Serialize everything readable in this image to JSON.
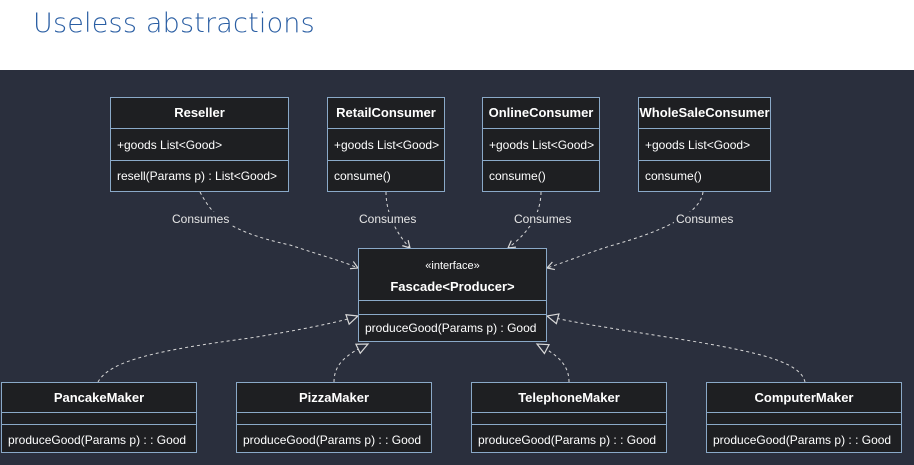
{
  "slide": {
    "title": "Useless abstractions"
  },
  "consumers": [
    {
      "name": "Reseller",
      "field": "+goods List<Good>",
      "method": "resell(Params p) : List<Good>"
    },
    {
      "name": "RetailConsumer",
      "field": "+goods List<Good>",
      "method": "consume()"
    },
    {
      "name": "OnlineConsumer",
      "field": "+goods List<Good>",
      "method": "consume()"
    },
    {
      "name": "WholeSaleConsumer",
      "field": "+goods List<Good>",
      "method": "consume()"
    }
  ],
  "interface": {
    "stereotype": "«interface»",
    "name": "Fascade<Producer>",
    "method": "produceGood(Params p) : Good"
  },
  "producers": [
    {
      "name": "PancakeMaker",
      "method": "produceGood(Params p) : : Good"
    },
    {
      "name": "PizzaMaker",
      "method": "produceGood(Params p) : : Good"
    },
    {
      "name": "TelephoneMaker",
      "method": "produceGood(Params p) : : Good"
    },
    {
      "name": "ComputerMaker",
      "method": "produceGood(Params p) : : Good"
    }
  ],
  "edge_label": "Consumes",
  "colors": {
    "background": "#2a2f3d",
    "box_fill": "#1e1f22",
    "box_border": "#8aa9c8",
    "edge": "#d8d8d8",
    "title": "#2a5ea3"
  }
}
